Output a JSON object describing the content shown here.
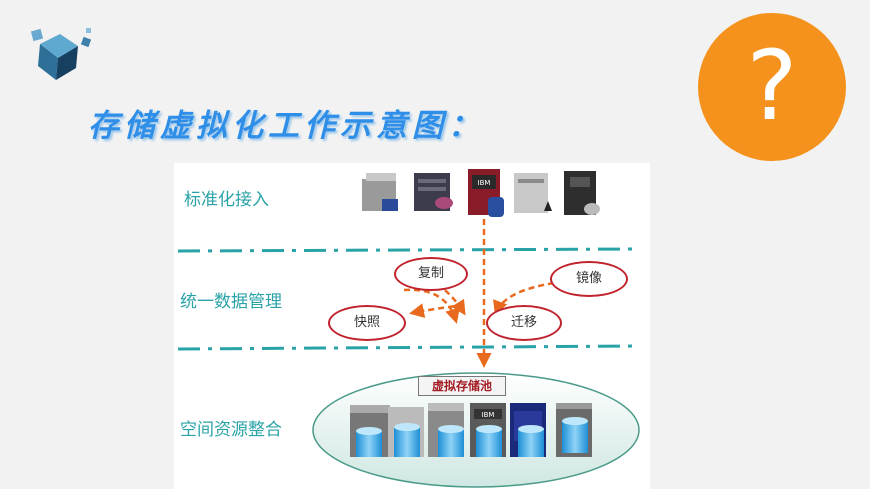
{
  "title": "存储虚拟化工作示意图：",
  "help_symbol": "?",
  "colors": {
    "title": "#2f8ee8",
    "accent_orange": "#f5921e",
    "row_label": "#2aa3a8",
    "dashed_line": "#2aa3a8",
    "arrow": "#e86a1e",
    "pill_border": "#c0232d"
  },
  "diagram": {
    "rows": [
      {
        "label": "标准化接入"
      },
      {
        "label": "统一数据管理"
      },
      {
        "label": "空间资源整合"
      }
    ],
    "operations": [
      {
        "label": "复制"
      },
      {
        "label": "镜像"
      },
      {
        "label": "快照"
      },
      {
        "label": "迁移"
      }
    ],
    "pool_label": "虚拟存储池",
    "server_badge": "IBM",
    "access_servers": 5,
    "pool_servers": 6
  }
}
